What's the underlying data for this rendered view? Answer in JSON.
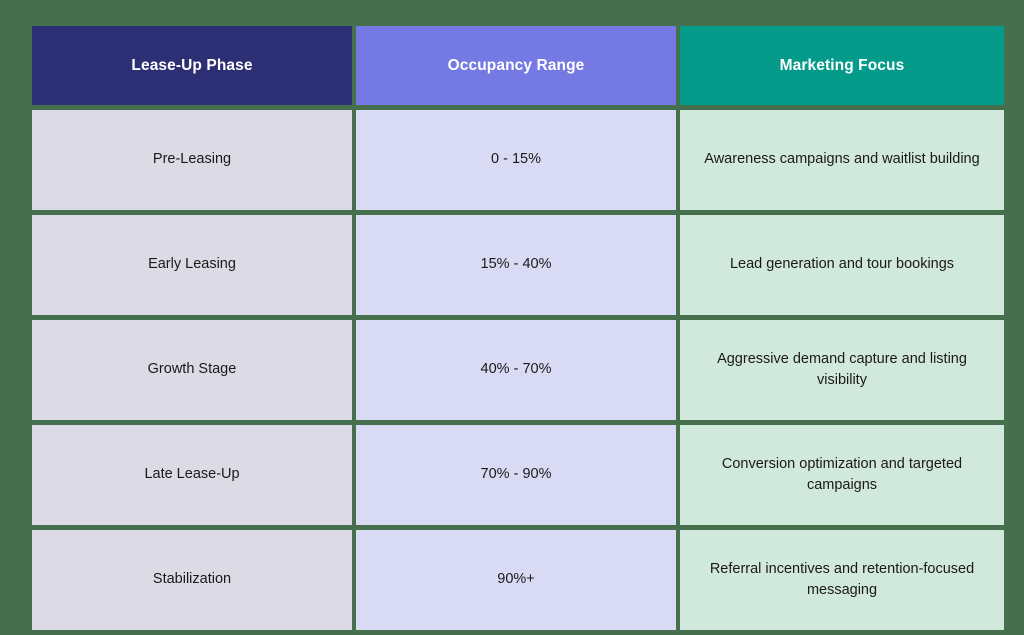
{
  "table": {
    "columns": [
      {
        "key": "phase",
        "label": "Lease-Up Phase",
        "header_color": "#2d2f74",
        "cell_color": "#dcdae4"
      },
      {
        "key": "range",
        "label": "Occupancy Range",
        "header_color": "#7479e3",
        "cell_color": "#d9dbf4"
      },
      {
        "key": "focus",
        "label": "Marketing Focus",
        "header_color": "#059b8a",
        "cell_color": "#d1e8dd"
      }
    ],
    "rows": [
      {
        "phase": "Pre-Leasing",
        "range": "0 - 15%",
        "focus": "Awareness campaigns and waitlist building"
      },
      {
        "phase": "Early Leasing",
        "range": "15% - 40%",
        "focus": "Lead generation and tour bookings"
      },
      {
        "phase": "Growth Stage",
        "range": "40% - 70%",
        "focus": "Aggressive demand capture and listing visibility"
      },
      {
        "phase": "Late Lease-Up",
        "range": "70% - 90%",
        "focus": "Conversion optimization and targeted campaigns"
      },
      {
        "phase": "Stabilization",
        "range": "90%+",
        "focus": "Referral incentives and retention-focused messaging"
      }
    ]
  },
  "theme": {
    "background": "#46704d",
    "header_text": "#ffffff",
    "body_text": "#1a1a1a"
  }
}
